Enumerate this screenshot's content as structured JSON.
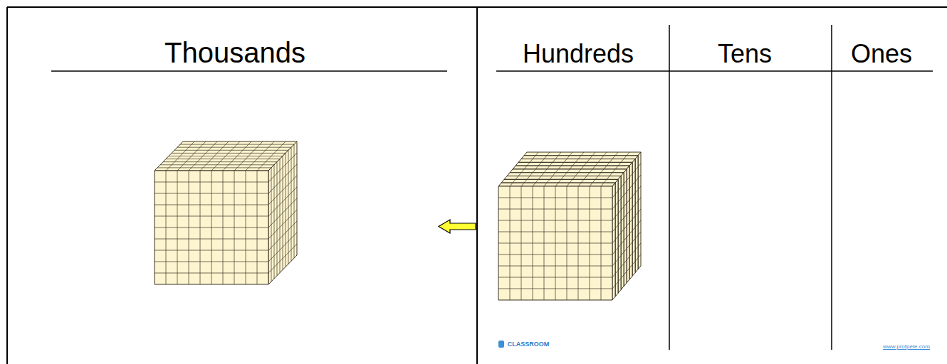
{
  "diagram": {
    "labels": [
      "Thousands",
      "Hundreds",
      "Tens",
      "Ones",
      "CLASSROOM",
      "www.profpete.com"
    ]
  }
}
